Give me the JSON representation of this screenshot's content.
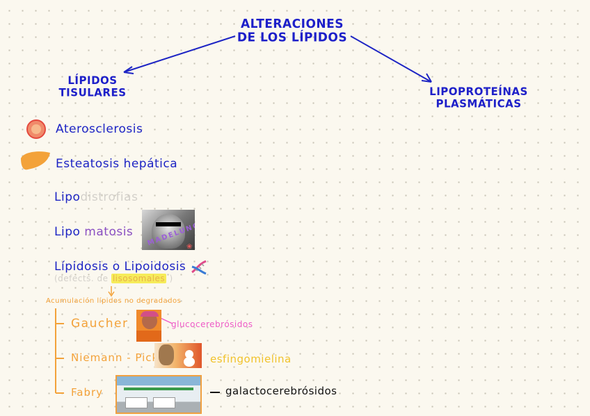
{
  "header": {
    "title_line1": "ALTERACIONES",
    "title_line2": "DE LOS LÍPIDOS"
  },
  "branches": {
    "left_line1": "LÍPIDOS",
    "left_line2": "TISULARES",
    "right_line1": "LIPOPROTEÍNAS",
    "right_line2": "PLASMÁTICAS"
  },
  "items": {
    "aterosclerosis": "Aterosclerosis",
    "esteatosis": "Esteatosis hepática",
    "lipo1_prefix": "Lipo",
    "lipo1_suffix": "distrofias",
    "lipo2_prefix": "Lipo",
    "lipo2_suffix": "matosis",
    "madelung_label": "MADELUNG",
    "lipidosis": "Lípidosis o Lipoidosis",
    "defects_open": "(defects. de",
    "defects_highlight": "lisosomales",
    "defects_close": ")",
    "acumulacion": "Acumulación lípidos no degradados"
  },
  "diseases": [
    {
      "name": "Gaucher",
      "substance": "glucocerebrósidos"
    },
    {
      "name": "Niemann - Pick",
      "substance": "esfingomielina"
    },
    {
      "name": "Fabry",
      "substance": "galactocerebrósidos"
    }
  ],
  "colors": {
    "ink_blue": "#1d24c4",
    "orange": "#f3a23a",
    "pink": "#ee5bc7",
    "yellow": "#f1c22b",
    "purple": "#8a4fc2"
  },
  "icons": {
    "artery": "artery-icon",
    "liver": "liver-icon",
    "lungs": "lungs-icon",
    "dna": "dna-icon"
  }
}
